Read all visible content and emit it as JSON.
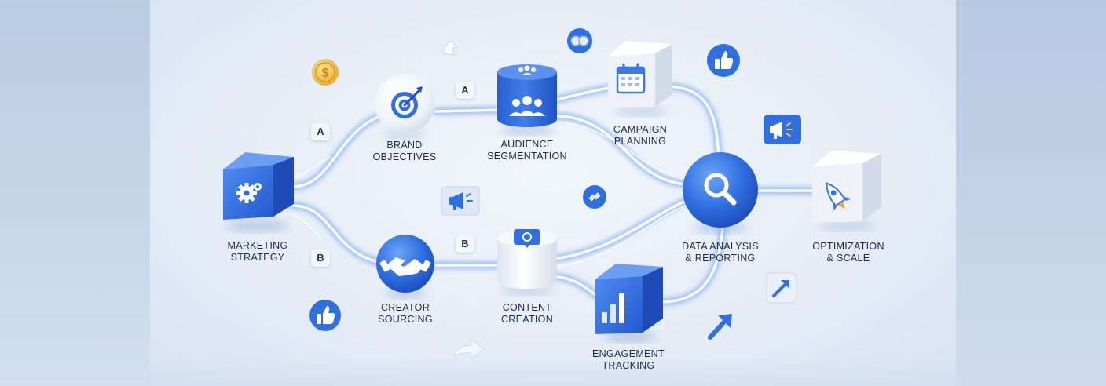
{
  "nodes": [
    {
      "id": "marketing",
      "label_lines": [
        "MARKETING",
        "STRATEGY"
      ]
    },
    {
      "id": "brand",
      "label_lines": [
        "BRAND",
        "OBJECTIVES"
      ]
    },
    {
      "id": "audience",
      "label_lines": [
        "AUDIENCE",
        "SEGMENTATION"
      ]
    },
    {
      "id": "campaign",
      "label_lines": [
        "CAMPAIGN",
        "PLANNING"
      ]
    },
    {
      "id": "data",
      "label_lines": [
        "DATA ANALYSIS",
        "& REPORTING"
      ]
    },
    {
      "id": "optimization",
      "label_lines": [
        "OPTIMIZATION",
        "& SCALE"
      ]
    },
    {
      "id": "creator",
      "label_lines": [
        "CREATOR",
        "SOURCING"
      ]
    },
    {
      "id": "content",
      "label_lines": [
        "CONTENT",
        "CREATION"
      ]
    },
    {
      "id": "engagement",
      "label_lines": [
        "ENGAGEMENT",
        "TRACKING"
      ]
    }
  ],
  "branch_tags": {
    "a_left": "A",
    "a_top": "A",
    "b_left": "B",
    "b_bottom": "B"
  },
  "colors": {
    "accent": "#2f6fe0",
    "accent_dark": "#1f4fbf",
    "text": "#1f2a4a",
    "coin": "#f1c24c"
  },
  "icons": [
    "gear-icon",
    "target-icon",
    "people-icon",
    "calendar-icon",
    "magnifier-icon",
    "rocket-icon",
    "handshake-icon",
    "chat-icon",
    "bar-chart-icon",
    "thumbs-up-icon",
    "coin-icon",
    "megaphone-icon",
    "arrow-icon",
    "chain-link-icon"
  ]
}
